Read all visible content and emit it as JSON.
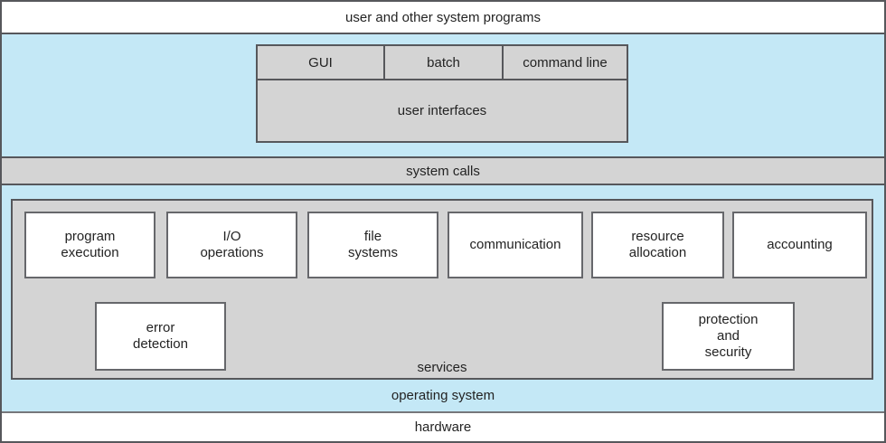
{
  "bands": {
    "user_programs": "user and other system programs",
    "system_calls": "system calls",
    "operating_system": "operating system",
    "hardware": "hardware"
  },
  "user_interfaces": {
    "cells": [
      "GUI",
      "batch",
      "command line"
    ],
    "label": "user interfaces"
  },
  "services": {
    "label": "services",
    "row1": [
      "program\nexecution",
      "I/O\noperations",
      "file\nsystems",
      "communication",
      "resource\nallocation",
      "accounting"
    ],
    "row2": [
      "error\ndetection",
      "protection\nand\nsecurity"
    ]
  },
  "colors": {
    "region_blue": "#c4e8f6",
    "panel_gray": "#d4d4d4",
    "border_gray": "#56575b",
    "box_white": "#ffffff",
    "text": "#232323"
  }
}
